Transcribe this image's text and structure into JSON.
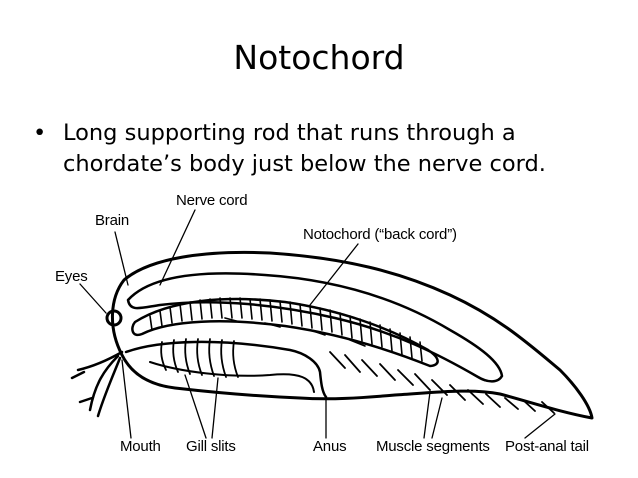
{
  "slide": {
    "title": "Notochord",
    "bullet_text": "Long supporting rod that runs through a chordate’s body just below the nerve cord."
  },
  "diagram": {
    "labels": {
      "brain": "Brain",
      "nerve_cord": "Nerve cord",
      "notochord": "Notochord (“back cord”)",
      "eyes": "Eyes",
      "mouth": "Mouth",
      "gill_slits": "Gill slits",
      "anus": "Anus",
      "muscle_segments": "Muscle segments",
      "post_anal_tail": "Post-anal tail"
    }
  }
}
